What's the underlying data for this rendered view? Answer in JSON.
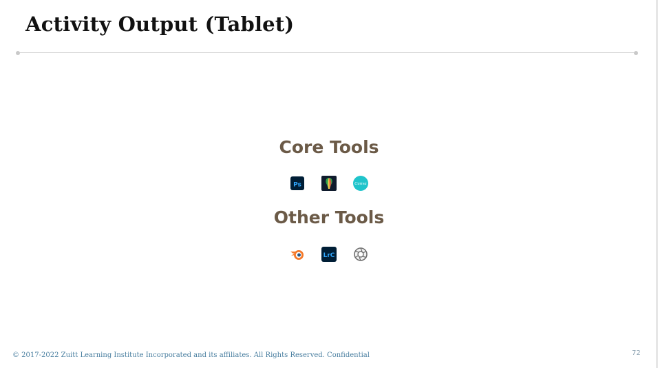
{
  "slide": {
    "title": "Activity Output (Tablet)",
    "footer": "© 2017-2022 Zuitt Learning Institute Incorporated and its affiliates. All Rights Reserved. Confidential",
    "page_number": "72"
  },
  "sections": [
    {
      "heading": "Core Tools",
      "tools": [
        {
          "icon": "photoshop-icon",
          "glyph": "Ps"
        },
        {
          "icon": "coreldraw-icon",
          "glyph": ""
        },
        {
          "icon": "canva-icon",
          "glyph": "Canva"
        }
      ]
    },
    {
      "heading": "Other Tools",
      "tools": [
        {
          "icon": "blender-icon",
          "glyph": ""
        },
        {
          "icon": "lightroom-classic-icon",
          "glyph": "LrC"
        },
        {
          "icon": "aperture-icon",
          "glyph": ""
        }
      ]
    }
  ],
  "colors": {
    "heading": "#6b5a47",
    "footer": "#4a7fa0",
    "photoshop": "#001e36",
    "photoshop_accent": "#31a8ff",
    "canva": "#20c4cb",
    "blender": "#f5792a"
  }
}
